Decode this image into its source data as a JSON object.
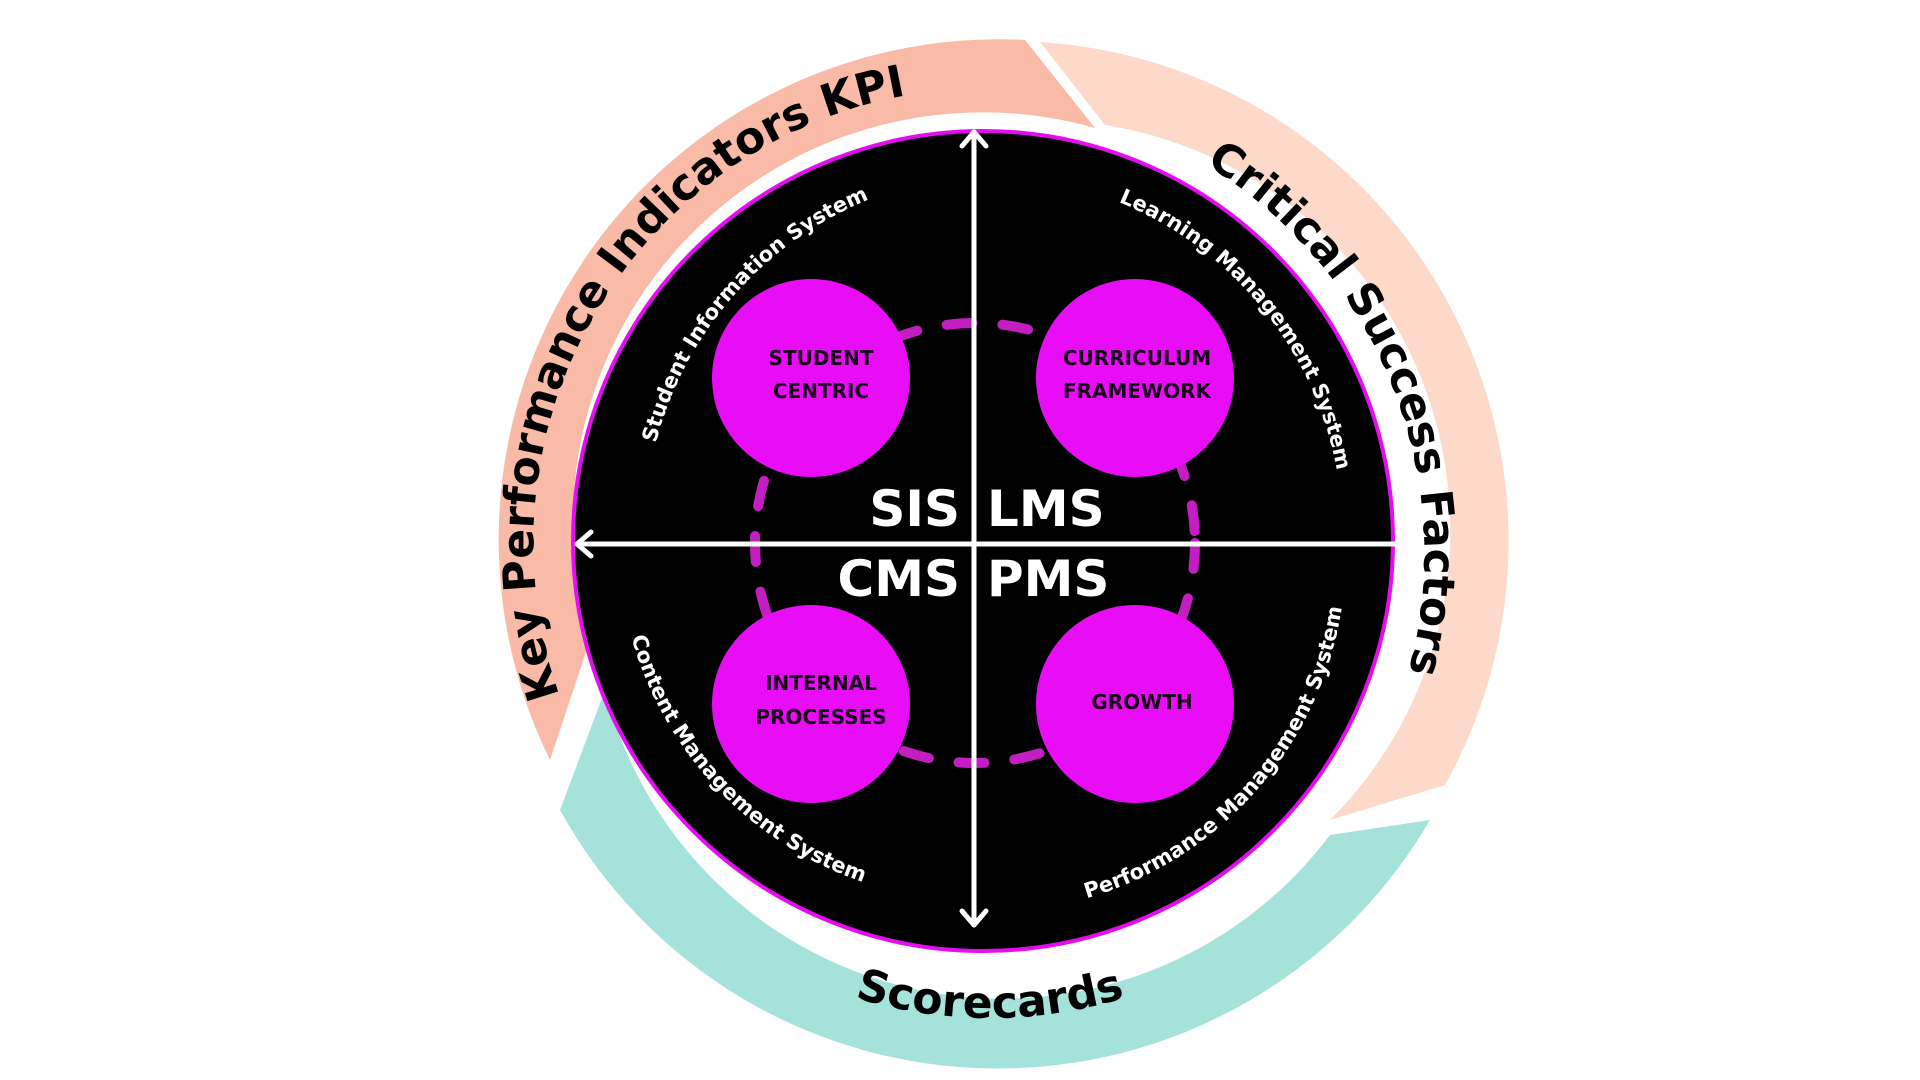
{
  "colors": {
    "background": "#ffffff",
    "kpi_segment": "#f9bba8",
    "csf_segment": "#fdd9c9",
    "scorecards_segment": "#a5e2da",
    "core_disc": "#000000",
    "core_border": "#e20ef0",
    "bubble": "#e80cf7",
    "dashed_ring": "#c21ec2",
    "axis": "#ffffff"
  },
  "outer_ring": {
    "segments": [
      {
        "id": "kpi",
        "label": "Key Performance Indicators KPI"
      },
      {
        "id": "csf",
        "label": "Critical  Success  Factors"
      },
      {
        "id": "scorecards",
        "label": "Scorecards"
      }
    ]
  },
  "systems": [
    {
      "quadrant": "top-left",
      "full_name": "Student Information System",
      "abbr": "SIS"
    },
    {
      "quadrant": "top-right",
      "full_name": "Learning Management System",
      "abbr": "LMS"
    },
    {
      "quadrant": "bottom-left",
      "full_name": "Content Management System",
      "abbr": "CMS"
    },
    {
      "quadrant": "bottom-right",
      "full_name": "Performance Management System",
      "abbr": "PMS"
    }
  ],
  "focus_areas": [
    {
      "quadrant": "top-left",
      "lines": [
        "STUDENT",
        "CENTRIC"
      ]
    },
    {
      "quadrant": "top-right",
      "lines": [
        "CURRICULUM",
        "FRAMEWORK"
      ]
    },
    {
      "quadrant": "bottom-left",
      "lines": [
        "INTERNAL",
        "PROCESSES"
      ]
    },
    {
      "quadrant": "bottom-right",
      "lines": [
        "GROWTH"
      ]
    }
  ]
}
